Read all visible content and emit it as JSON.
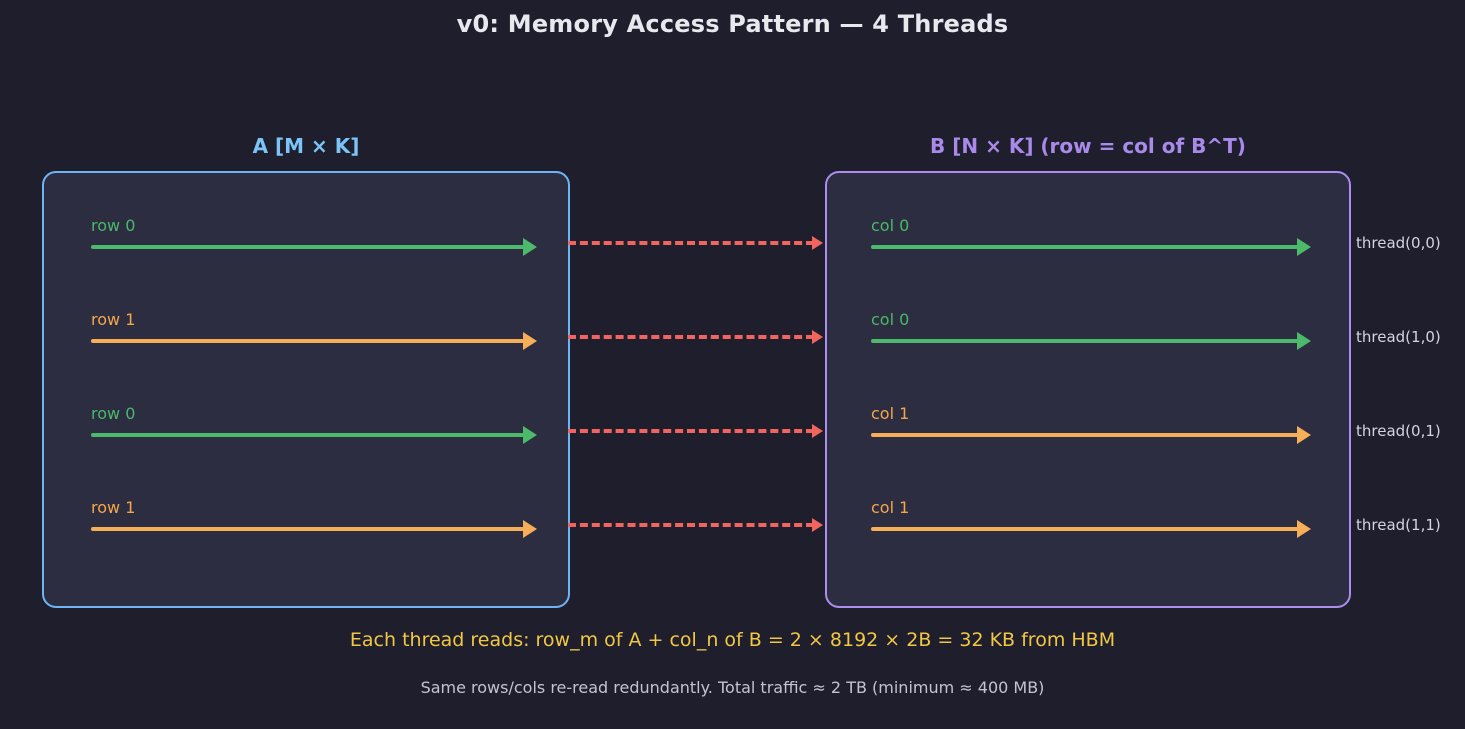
{
  "title": "v0: Memory Access Pattern — 4 Threads",
  "panels": {
    "left": {
      "header": "A  [M × K]",
      "border_color": "#6cb6f5",
      "rows": [
        {
          "label": "row 0",
          "color": "green"
        },
        {
          "label": "row 1",
          "color": "orange"
        },
        {
          "label": "row 0",
          "color": "green"
        },
        {
          "label": "row 1",
          "color": "orange"
        }
      ]
    },
    "right": {
      "header": "B  [N × K]  (row = col of B^T)",
      "border_color": "#ad8df0",
      "rows": [
        {
          "label": "col 0",
          "color": "green"
        },
        {
          "label": "col 0",
          "color": "green"
        },
        {
          "label": "col 1",
          "color": "orange"
        },
        {
          "label": "col 1",
          "color": "orange"
        }
      ]
    }
  },
  "threads": [
    {
      "label": "thread(0,0)"
    },
    {
      "label": "thread(1,0)"
    },
    {
      "label": "thread(0,1)"
    },
    {
      "label": "thread(1,1)"
    }
  ],
  "connector_color": "#f2655f",
  "footnotes": {
    "main": "Each thread reads:  row_m of A + col_n of B = 2 × 8192 × 2B = 32 KB from HBM",
    "sub": "Same rows/cols re-read redundantly. Total traffic ≈ 2 TB  (minimum ≈ 400 MB)"
  },
  "colors": {
    "background": "#1e1e2c",
    "panel_fill": "#2d2d42",
    "green": "#4cb96b",
    "orange": "#f7ae58",
    "title": "#e8e8ef",
    "footnote_main": "#f2c744",
    "footnote_sub": "#c3c3d2"
  }
}
